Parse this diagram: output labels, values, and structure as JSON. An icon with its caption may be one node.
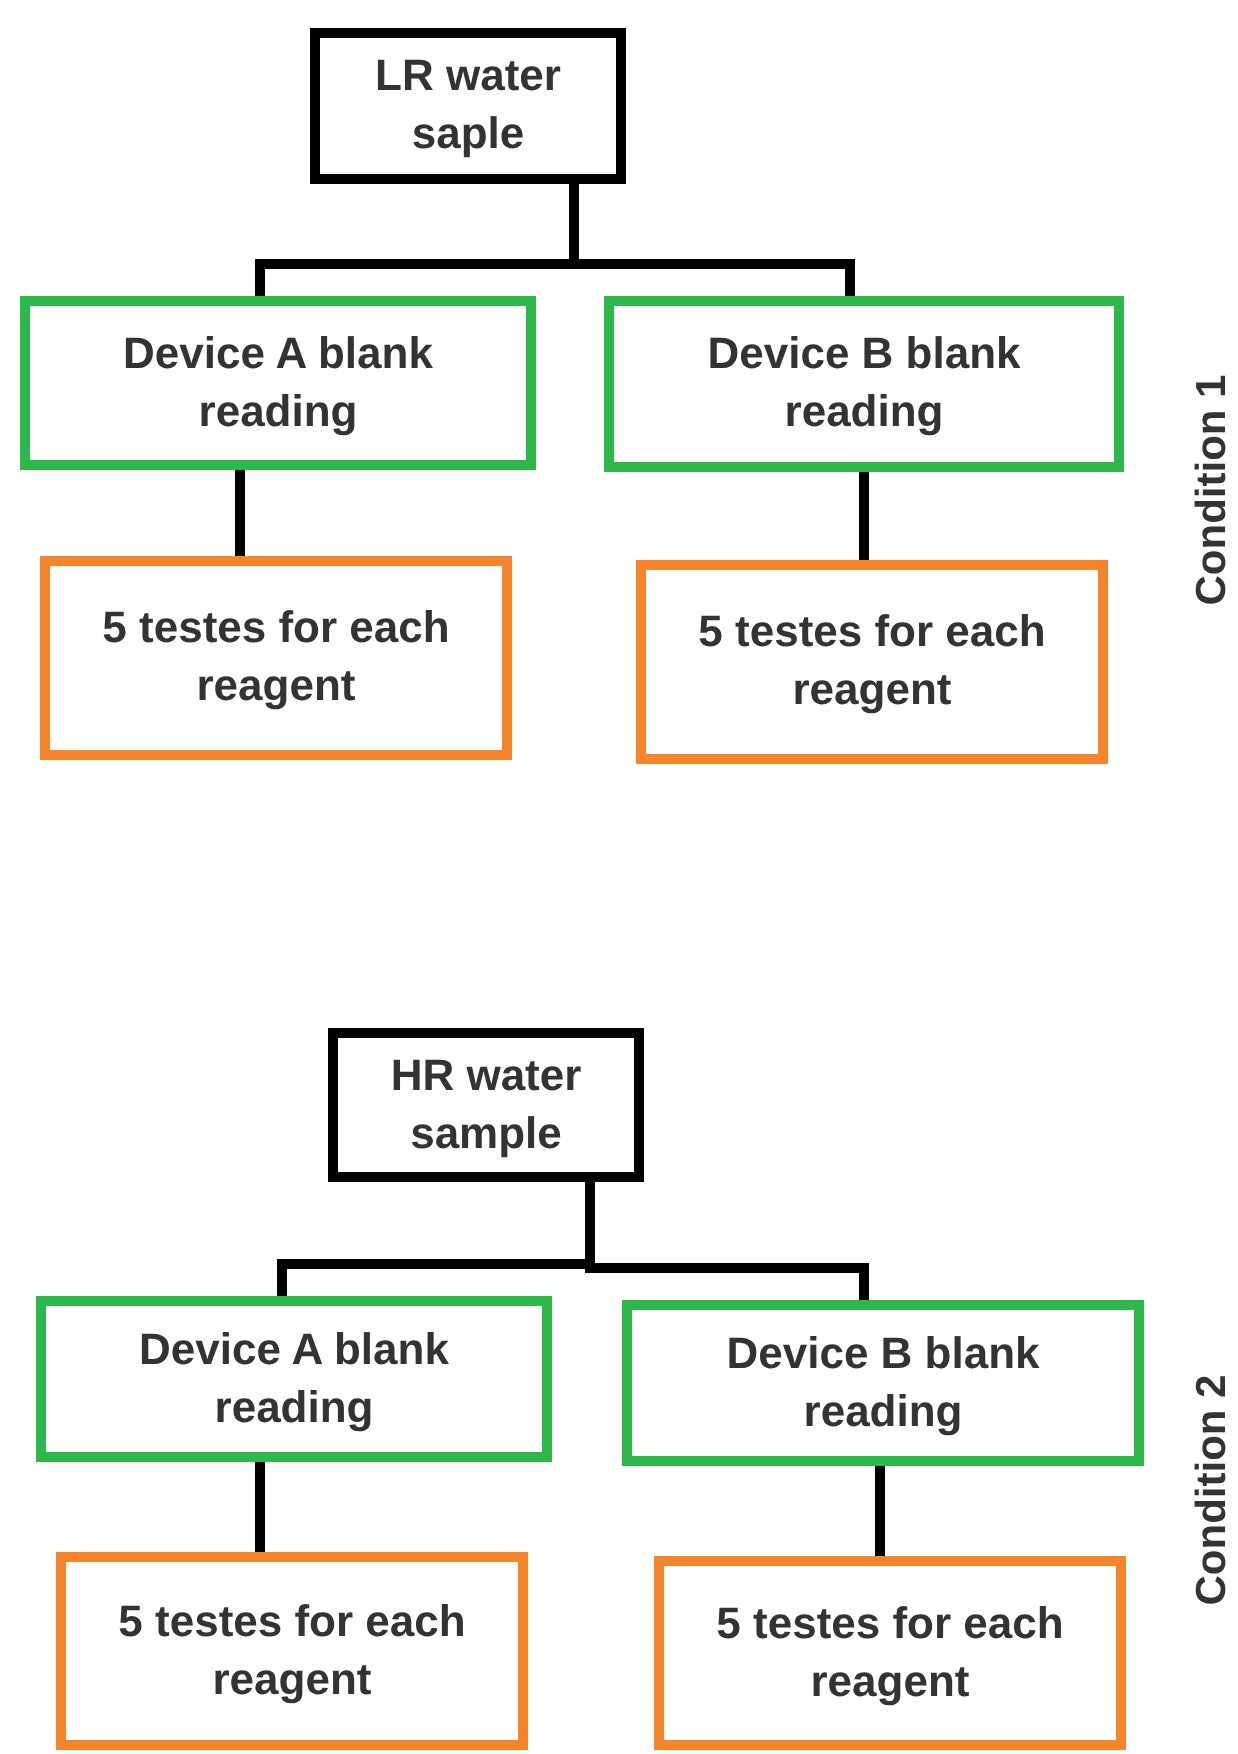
{
  "diagram": {
    "nodes": [
      {
        "text": [
          "LR water saple"
        ]
      },
      {
        "text": [
          "Device A blank reading"
        ]
      },
      {
        "text": [
          "Device B blank reading"
        ]
      },
      {
        "text": [
          "5 testes for each reagent"
        ]
      },
      {
        "text": [
          "5 testes for each reagent"
        ]
      },
      {
        "text": [
          "HR water sample"
        ]
      },
      {
        "text": [
          "Device A blank reading"
        ]
      },
      {
        "text": [
          "Device B blank reading"
        ]
      },
      {
        "text": [
          "5 testes for each reagent"
        ]
      },
      {
        "text": [
          "5 testes for each reagent"
        ]
      }
    ],
    "edges": [
      {
        "from": 0,
        "to": 1,
        "arrow": "none"
      },
      {
        "from": 0,
        "to": 2,
        "arrow": "none"
      },
      {
        "from": 1,
        "to": 3,
        "arrow": "none"
      },
      {
        "from": 2,
        "to": 4,
        "arrow": "none"
      },
      {
        "from": 5,
        "to": 6,
        "arrow": "none"
      },
      {
        "from": 5,
        "to": 7,
        "arrow": "none"
      },
      {
        "from": 6,
        "to": 8,
        "arrow": "none"
      },
      {
        "from": 7,
        "to": 9,
        "arrow": "none"
      }
    ],
    "labels": [
      "Condition 1",
      "Condition 2"
    ]
  }
}
